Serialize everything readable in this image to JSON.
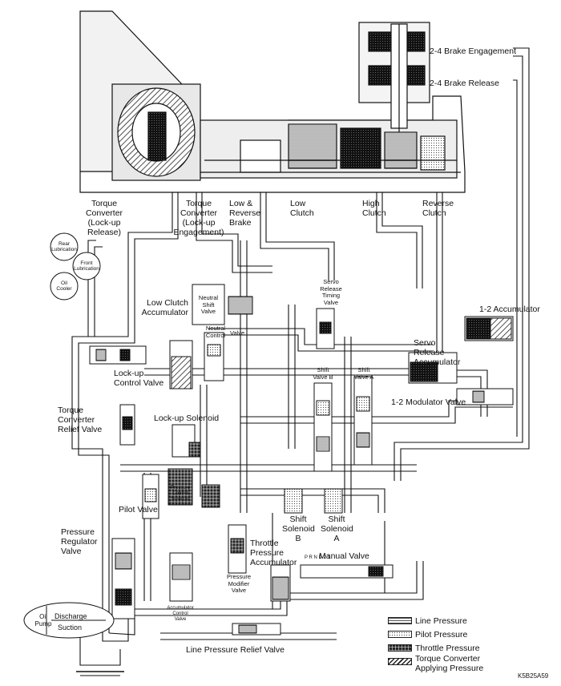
{
  "labels": {
    "brake_engage": "2-4 Brake Engagement",
    "brake_release": "2-4 Brake Release",
    "tc_release": "Torque\nConverter\n(Lock-up\nRelease)",
    "tc_engage": "Torque\nConverter\n(Lock-up\nEngagement)",
    "low_rev_brake": "Low &\nReverse\nBrake",
    "low_clutch": "Low\nClutch",
    "high_clutch": "High\nClutch",
    "reverse_clutch": "Reverse\nClutch",
    "rear_lub": "Rear\nLubrication",
    "front_lub": "Front\nLubrication",
    "oil_cooler": "Oil\nCooler",
    "low_clutch_acc": "Low Clutch\nAccumulator",
    "neutral_shift": "Neutral\nShift\nValve",
    "neutral_control": "Neutral\nControl",
    "valve_word": "Valve",
    "servo_timing": "Servo\nRelease\nTiming\nValve",
    "acc_12": "1-2 Accumulator",
    "servo_release_acc": "Servo\nRelease\nAccumulator",
    "lockup_control": "Lock-up\nControl Valve",
    "shift_valve_b": "Shift\nValve B",
    "shift_valve_a": "Shift\nValve A",
    "mod_12": "1-2 Modulator Valve",
    "tc_relief": "Torque\nConverter\nRelief Valve",
    "lockup_solenoid": "Lock-up Solenoid",
    "pressure_control_sol": "Pressure\nControl\nSolenoid",
    "pilot_valve": "Pilot Valve",
    "shift_sol_b": "Shift\nSolenoid\nB",
    "shift_sol_a": "Shift\nSolenoid\nA",
    "pressure_reg": "Pressure\nRegulator\nValve",
    "throttle_acc": "Throttle\nPressure\nAccumulator",
    "manual_valve": "Manual Valve",
    "prnd": "P R N D 2 1",
    "pressure_modifier": "Pressure\nModifier\nValve",
    "acc_control": "Accumulator\nControl\nValve",
    "oil_pump": "Oil\nPump",
    "discharge": "Discharge",
    "suction": "Suction",
    "line_relief": "Line Pressure Relief Valve",
    "figure_code": "K5B25A59"
  },
  "legend": [
    {
      "label": "Line Pressure",
      "pattern": "line"
    },
    {
      "label": "Pilot Pressure",
      "pattern": "pilot"
    },
    {
      "label": "Throttle Pressure",
      "pattern": "throttle"
    },
    {
      "label": "Torque Converter\nApplying Pressure",
      "pattern": "tc"
    }
  ]
}
